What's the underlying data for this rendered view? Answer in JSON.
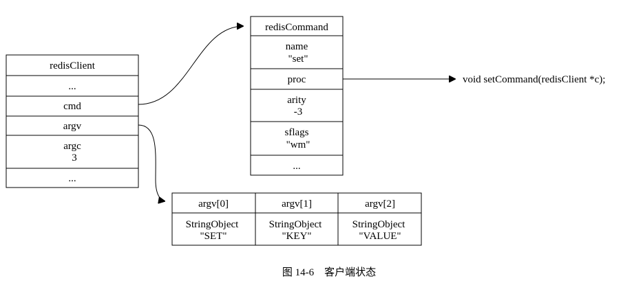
{
  "redisClient": {
    "title": "redisClient",
    "fields": [
      {
        "label": "..."
      },
      {
        "label": "cmd"
      },
      {
        "label": "argv"
      },
      {
        "label": "argc",
        "value": "3"
      },
      {
        "label": "..."
      }
    ]
  },
  "redisCommand": {
    "title": "redisCommand",
    "fields": [
      {
        "label": "name",
        "value": "\"set\""
      },
      {
        "label": "proc"
      },
      {
        "label": "arity",
        "value": "-3"
      },
      {
        "label": "sflags",
        "value": "\"wm\""
      },
      {
        "label": "..."
      }
    ]
  },
  "proc_target": "void setCommand(redisClient *c);",
  "argv_array": {
    "headers": [
      "argv[0]",
      "argv[1]",
      "argv[2]"
    ],
    "cells": [
      {
        "type": "StringObject",
        "value": "\"SET\""
      },
      {
        "type": "StringObject",
        "value": "\"KEY\""
      },
      {
        "type": "StringObject",
        "value": "\"VALUE\""
      }
    ]
  },
  "caption": "图 14-6　客户端状态"
}
